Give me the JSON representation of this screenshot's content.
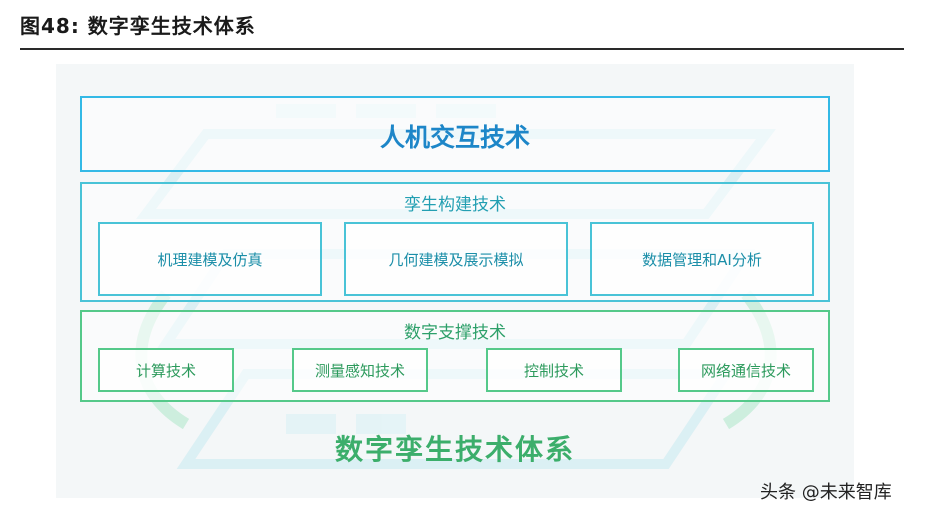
{
  "figure_title": "图48:  数字孪生技术体系",
  "layers": {
    "hmi": {
      "label": "人机交互技术"
    },
    "twin_build": {
      "label": "孪生构建技术",
      "items": [
        "机理建模及仿真",
        "几何建模及展示模拟",
        "数据管理和AI分析"
      ]
    },
    "support": {
      "label": "数字支撑技术",
      "items": [
        "计算技术",
        "测量感知技术",
        "控制技术",
        "网络通信技术"
      ]
    }
  },
  "system_label": "数字孪生技术体系",
  "watermark": "头条 @未来智库",
  "colors": {
    "blue_border": "#33b9e6",
    "teal_border": "#49c3d7",
    "green_border": "#55c98a",
    "title_blue": "#1d86c8",
    "bottom_green": "#3cae6b"
  }
}
